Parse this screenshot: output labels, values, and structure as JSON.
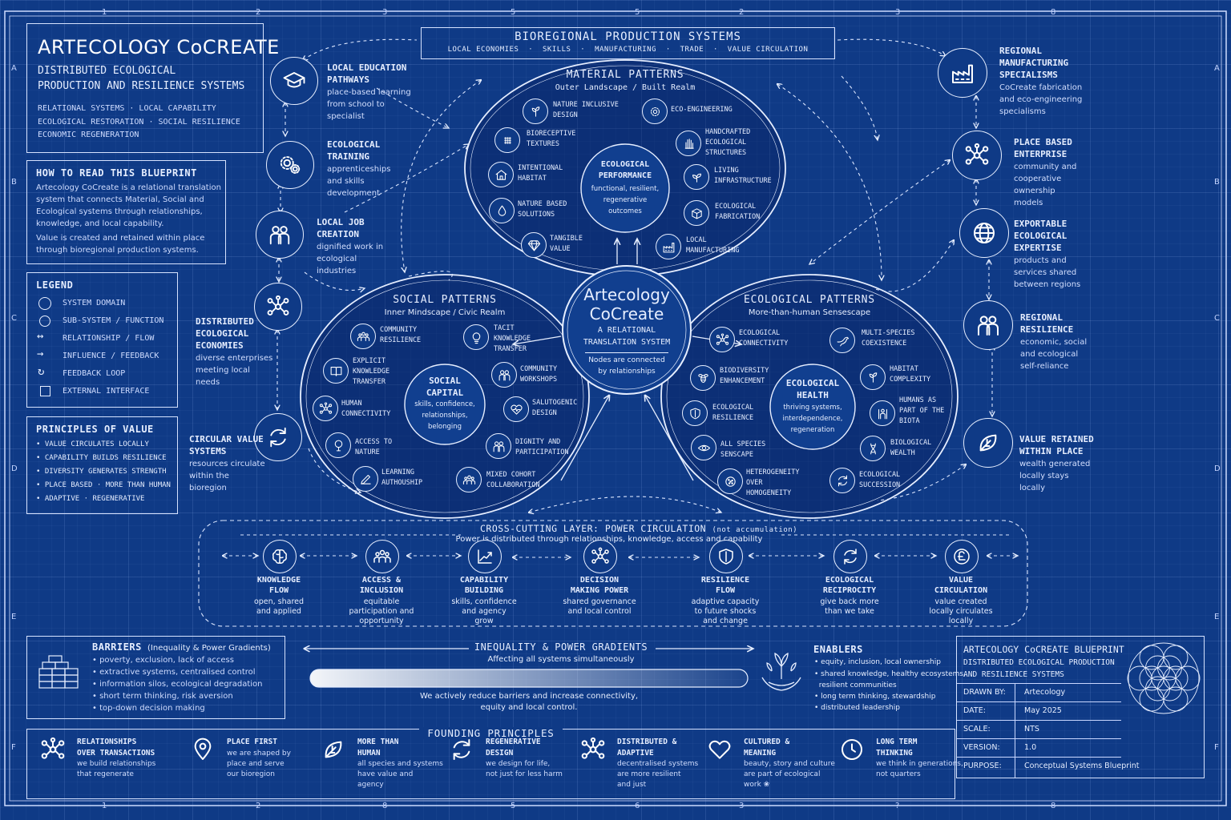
{
  "title_block": {
    "title": "ARTECOLOGY CoCREATE",
    "subtitle_1": "DISTRIBUTED ECOLOGICAL",
    "subtitle_2": "PRODUCTION AND RESILIENCE SYSTEMS",
    "tags_1": "RELATIONAL SYSTEMS · LOCAL CAPABILITY",
    "tags_2": "ECOLOGICAL RESTORATION · SOCIAL RESILIENCE",
    "tags_3": "ECONOMIC REGENERATION"
  },
  "how_to_read": {
    "heading": "HOW TO READ THIS BLUEPRINT",
    "p1_1": "Artecology CoCreate is a relational translation",
    "p1_2": "system that connects Material, Social and",
    "p1_3": "Ecological systems through relationships,",
    "p1_4": "knowledge, and local capability.",
    "p2_1": "Value is created and retained within place",
    "p2_2": "through bioregional production systems."
  },
  "legend": {
    "heading": "LEGEND",
    "items": [
      "SYSTEM DOMAIN",
      "SUB-SYSTEM / FUNCTION",
      "RELATIONSHIP / FLOW",
      "INFLUENCE / FEEDBACK",
      "FEEDBACK LOOP",
      "EXTERNAL INTERFACE"
    ]
  },
  "principles_of_value": {
    "heading": "PRINCIPLES OF VALUE",
    "items": [
      "• VALUE CIRCULATES LOCALLY",
      "• CAPABILITY BUILDS RESILIENCE",
      "• DIVERSITY GENERATES STRENGTH",
      "• PLACE BASED · MORE THAN HUMAN",
      "• ADAPTIVE · REGENERATIVE"
    ]
  },
  "top_banner": {
    "title": "BIOREGIONAL PRODUCTION SYSTEMS",
    "sub": "LOCAL ECONOMIES  ·  SKILLS  ·  MANUFACTURING  ·  TRADE  ·  VALUE CIRCULATION"
  },
  "left_nodes": [
    {
      "icon": "graduation-cap-icon",
      "title_1": "LOCAL EDUCATION",
      "title_2": "PATHWAYS",
      "d1": "place-based learning",
      "d2": "from school to",
      "d3": "specialist"
    },
    {
      "icon": "gears-icon",
      "title_1": "ECOLOGICAL",
      "title_2": "TRAINING",
      "d1": "apprenticeships",
      "d2": "and skills",
      "d3": "development"
    },
    {
      "icon": "people-icon",
      "title_1": "LOCAL JOB",
      "title_2": "CREATION",
      "d1": "dignified work in",
      "d2": "ecological",
      "d3": "industries"
    },
    {
      "icon": "network-icon",
      "title_1": "DISTRIBUTED",
      "title_2": "ECOLOGICAL",
      "title_3": "ECONOMIES",
      "d1": "diverse enterprises",
      "d2": "meeting local",
      "d3": "needs"
    },
    {
      "icon": "cycle-icon",
      "title_1": "CIRCULAR VALUE",
      "title_2": "SYSTEMS",
      "d1": "resources circulate",
      "d2": "within the",
      "d3": "bioregion"
    }
  ],
  "right_nodes": [
    {
      "icon": "factory-icon",
      "title_1": "REGIONAL",
      "title_2": "MANUFACTURING",
      "title_3": "SPECIALISMS",
      "d1": "CoCreate fabrication",
      "d2": "and eco-engineering",
      "d3": "specialisms"
    },
    {
      "icon": "network-icon",
      "title_1": "PLACE BASED",
      "title_2": "ENTERPRISE",
      "d1": "community and",
      "d2": "cooperative",
      "d3": "ownership",
      "d4": "models"
    },
    {
      "icon": "globe-icon",
      "title_1": "EXPORTABLE",
      "title_2": "ECOLOGICAL",
      "title_3": "EXPERTISE",
      "d1": "products and",
      "d2": "services shared",
      "d3": "between regions"
    },
    {
      "icon": "people-icon",
      "title_1": "REGIONAL",
      "title_2": "RESILIENCE",
      "d1": "economic, social",
      "d2": "and ecological",
      "d3": "self-reliance"
    },
    {
      "icon": "leaf-icon",
      "title_1": "VALUE RETAINED",
      "title_2": "WITHIN PLACE",
      "d1": "wealth generated",
      "d2": "locally stays",
      "d3": "locally"
    }
  ],
  "material": {
    "title": "MATERIAL PATTERNS",
    "sub": "Outer Landscape / Built Realm",
    "center_1": "ECOLOGICAL",
    "center_2": "PERFORMANCE",
    "center_3": "functional, resilient,",
    "center_4": "regenerative",
    "center_5": "outcomes",
    "items": [
      {
        "l1": "NATURE INCLUSIVE",
        "l2": "DESIGN"
      },
      {
        "l1": "ECO-ENGINEERING",
        "l2": ""
      },
      {
        "l1": "BIORECEPTIVE",
        "l2": "TEXTURES"
      },
      {
        "l1": "HANDCRAFTED",
        "l2": "ECOLOGICAL",
        "l3": "STRUCTURES"
      },
      {
        "l1": "INTENTIONAL",
        "l2": "HABITAT"
      },
      {
        "l1": "LIVING",
        "l2": "INFRASTRUCTURE"
      },
      {
        "l1": "NATURE BASED",
        "l2": "SOLUTIONS"
      },
      {
        "l1": "ECOLOGICAL",
        "l2": "FABRICATION"
      },
      {
        "l1": "TANGIBLE",
        "l2": "VALUE"
      },
      {
        "l1": "LOCAL",
        "l2": "MANUFACTURING"
      }
    ]
  },
  "core": {
    "l1": "Artecology",
    "l2": "CoCreate",
    "l3": "A RELATIONAL",
    "l4": "TRANSLATION SYSTEM",
    "l5": "Nodes are connected",
    "l6": "by relationships"
  },
  "social": {
    "title": "SOCIAL PATTERNS",
    "sub": "Inner Mindscape / Civic Realm",
    "center_1": "SOCIAL",
    "center_2": "CAPITAL",
    "center_3": "skills, confidence,",
    "center_4": "relationships,",
    "center_5": "belonging",
    "items": [
      {
        "l1": "COMMUNITY",
        "l2": "RESILIENCE"
      },
      {
        "l1": "TACIT",
        "l2": "KNOWLEDGE",
        "l3": "TRANSFER"
      },
      {
        "l1": "EXPLICIT",
        "l2": "KNOWLEDGE",
        "l3": "TRANSFER"
      },
      {
        "l1": "COMMUNITY",
        "l2": "WORKSHOPS"
      },
      {
        "l1": "HUMAN",
        "l2": "CONNECTIVITY"
      },
      {
        "l1": "SALUTOGENIC",
        "l2": "DESIGN"
      },
      {
        "l1": "ACCESS TO",
        "l2": "NATURE"
      },
      {
        "l1": "DIGNITY AND",
        "l2": "PARTICIPATION"
      },
      {
        "l1": "LEARNING",
        "l2": "AUTHOUSHIP"
      },
      {
        "l1": "MIXED COHORT",
        "l2": "COLLABORATION"
      }
    ]
  },
  "ecological": {
    "title": "ECOLOGICAL PATTERNS",
    "sub": "More-than-human Sensescape",
    "center_1": "ECOLOGICAL",
    "center_2": "HEALTH",
    "center_3": "thriving systems,",
    "center_4": "interdependence,",
    "center_5": "regeneration",
    "items": [
      {
        "l1": "ECOLOGICAL",
        "l2": "CONNECTIVITY"
      },
      {
        "l1": "MULTI-SPECIES",
        "l2": "COEXISTENCE"
      },
      {
        "l1": "BIODIVERSITY",
        "l2": "ENHANCEMENT"
      },
      {
        "l1": "HABITAT",
        "l2": "COMPLEXITY"
      },
      {
        "l1": "ECOLOGICAL",
        "l2": "RESILIENCE"
      },
      {
        "l1": "HUMANS AS",
        "l2": "PART OF THE",
        "l3": "BIOTA"
      },
      {
        "l1": "ALL SPECIES",
        "l2": "SENSCAPE"
      },
      {
        "l1": "BIOLOGICAL",
        "l2": "WEALTH"
      },
      {
        "l1": "HETEROGENEITY",
        "l2": "OVER",
        "l3": "HOMOGENEITY"
      },
      {
        "l1": "ECOLOGICAL",
        "l2": "SUCCESSION"
      }
    ]
  },
  "power": {
    "title": "CROSS-CUTTING LAYER: POWER CIRCULATION",
    "title_note": "(not accumulation)",
    "sub": "Power is distributed through relationships, knowledge, access and capability",
    "items": [
      {
        "icon": "brain-icon",
        "t1": "KNOWLEDGE",
        "t2": "FLOW",
        "d1": "open, shared",
        "d2": "and applied"
      },
      {
        "icon": "group-icon",
        "t1": "ACCESS &",
        "t2": "INCLUSION",
        "d1": "equitable",
        "d2": "participation and",
        "d3": "opportunity"
      },
      {
        "icon": "growth-icon",
        "t1": "CAPABILITY",
        "t2": "BUILDING",
        "d1": "skills, confidence",
        "d2": "and agency",
        "d3": "grow"
      },
      {
        "icon": "network-icon",
        "t1": "DECISION",
        "t2": "MAKING POWER",
        "d1": "shared governance",
        "d2": "and local control"
      },
      {
        "icon": "shield-icon",
        "t1": "RESILIENCE",
        "t2": "FLOW",
        "d1": "adaptive capacity",
        "d2": "to future shocks",
        "d3": "and change"
      },
      {
        "icon": "cycle-icon",
        "t1": "ECOLOGICAL",
        "t2": "RECIPROCITY",
        "d1": "give back more",
        "d2": "than we take"
      },
      {
        "icon": "pound-icon",
        "t1": "VALUE",
        "t2": "CIRCULATION",
        "d1": "value created",
        "d2": "locally circulates",
        "d3": "locally"
      }
    ]
  },
  "barriers": {
    "heading": "BARRIERS",
    "heading_note": "(Inequality & Power Gradients)",
    "items": [
      "• poverty, exclusion, lack of access",
      "• extractive systems, centralised control",
      "• information silos, ecological degradation",
      "• short term thinking, risk aversion",
      "• top-down decision making"
    ]
  },
  "inequality": {
    "title": "INEQUALITY & POWER GRADIENTS",
    "sub": "Affecting all systems simultaneously",
    "note_1": "We actively reduce barriers and increase connectivity,",
    "note_2": "equity and local control."
  },
  "enablers": {
    "heading": "ENABLERS",
    "items": [
      "• equity, inclusion, local ownership",
      "• shared knowledge, healthy ecosystems,",
      "  resilient communities",
      "• long term thinking, stewardship",
      "• distributed leadership"
    ]
  },
  "title_card": {
    "title": "ARTECOLOGY CoCREATE BLUEPRINT",
    "sub_1": "DISTRIBUTED ECOLOGICAL PRODUCTION",
    "sub_2": "AND RESILIENCE SYSTEMS",
    "rows": [
      {
        "k": "DRAWN BY:",
        "v": "Artecology"
      },
      {
        "k": "DATE:",
        "v": "May 2025"
      },
      {
        "k": "SCALE:",
        "v": "NTS"
      },
      {
        "k": "VERSION:",
        "v": "1.0"
      },
      {
        "k": "PURPOSE:",
        "v": "Conceptual Systems Blueprint"
      }
    ]
  },
  "founding": {
    "title": "FOUNDING PRINCIPLES",
    "items": [
      {
        "icon": "network-icon",
        "t1": "RELATIONSHIPS",
        "t2": "OVER TRANSACTIONS",
        "d1": "we build relationships",
        "d2": "that regenerate"
      },
      {
        "icon": "pin-icon",
        "t1": "PLACE FIRST",
        "t2": "",
        "d1": "we are shaped by",
        "d2": "place and serve",
        "d3": "our bioregion"
      },
      {
        "icon": "leaf-icon",
        "t1": "MORE THAN",
        "t2": "HUMAN",
        "d1": "all species and systems",
        "d2": "have value and",
        "d3": "agency"
      },
      {
        "icon": "cycle-icon",
        "t1": "REGENERATIVE",
        "t2": "DESIGN",
        "d1": "we design for life,",
        "d2": "not just for less harm"
      },
      {
        "icon": "network-icon",
        "t1": "DISTRIBUTED &",
        "t2": "ADAPTIVE",
        "d1": "decentralised systems",
        "d2": "are more resilient",
        "d3": "and just"
      },
      {
        "icon": "heart-icon",
        "t1": "CULTURED &",
        "t2": "MEANING",
        "d1": "beauty, story and culture",
        "d2": "are part of ecological",
        "d3": "work ❀"
      },
      {
        "icon": "clock-icon",
        "t1": "LONG TERM",
        "t2": "THINKING",
        "d1": "we think in generations,",
        "d2": "not quarters"
      }
    ]
  },
  "grid_refs": {
    "cols_top": [
      "1",
      "2",
      "3",
      "5",
      "5",
      "2",
      "3",
      "8"
    ],
    "cols_bottom": [
      "1",
      "2",
      "8",
      "5",
      "6",
      "3",
      "?",
      "8"
    ],
    "rows": [
      "A",
      "B",
      "C",
      "D",
      "E",
      "F"
    ]
  },
  "colors": {
    "background": "#0f3a86",
    "line": "#e6eeff"
  }
}
